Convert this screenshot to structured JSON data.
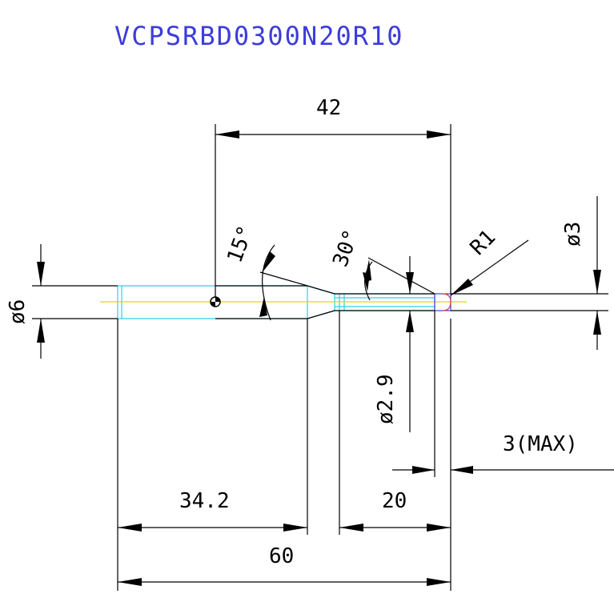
{
  "title": "VCPSRBD0300N20R10",
  "colors": {
    "title": "#3c3cdc",
    "outline": "#27d3e8",
    "centerline": "#e6d600",
    "dimension": "#000000",
    "tip": "#3c3cdc",
    "tip_corner": "#d23c3c"
  },
  "dimensions": {
    "overall_length": "60",
    "shank_length": "34.2",
    "neck_length": "20",
    "reference_length": "42",
    "max_tip": "3(MAX)",
    "shank_diameter": "ø6",
    "tip_diameter": "ø3",
    "neck_diameter": "ø2.9",
    "radius": "R1",
    "taper_angle_1": "15°",
    "taper_angle_2": "30°"
  }
}
